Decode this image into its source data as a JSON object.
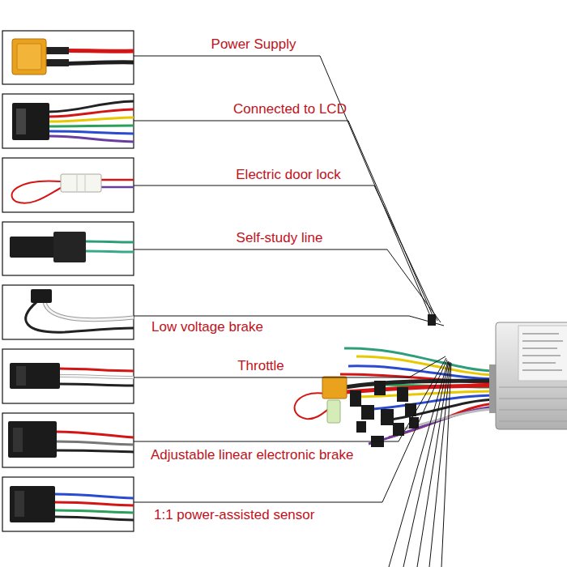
{
  "diagram": {
    "labels": [
      "Power Supply",
      "Connected to LCD",
      "Electric door lock",
      "Self-study line",
      "Low voltage brake",
      "Throttle",
      "Adjustable linear electronic brake",
      "1:1 power-assisted sensor"
    ]
  }
}
